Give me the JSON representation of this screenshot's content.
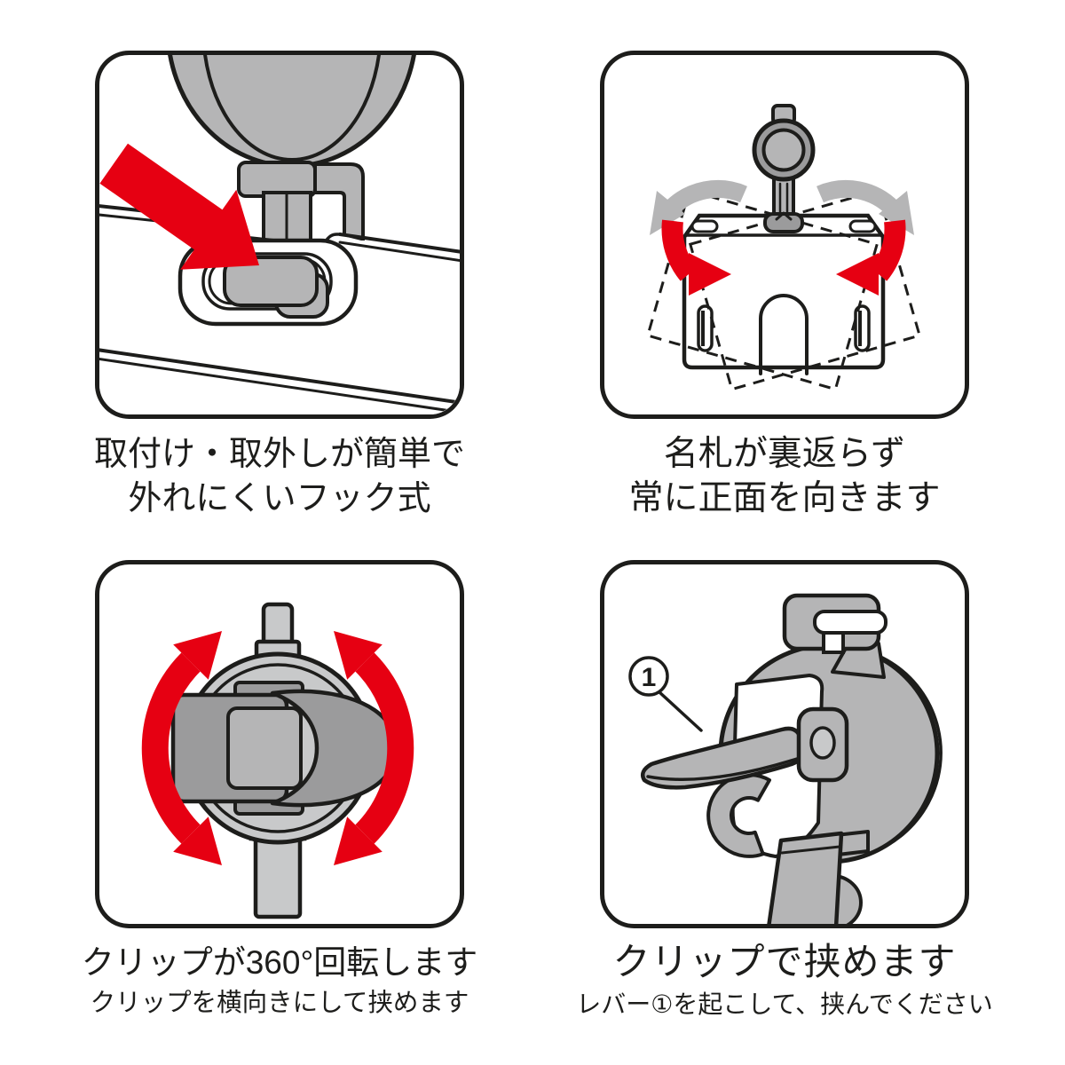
{
  "figure_type": "product-instruction-diagram",
  "colors": {
    "outline": "#1d1d1b",
    "accent_red": "#e60012",
    "gray_mid": "#b5b5b6",
    "gray_dark": "#9b9b9c",
    "gray_light": "#c8c9ca",
    "background": "#ffffff"
  },
  "panels": [
    {
      "id": "hook",
      "illustration": "badge reel hook snapping into card-holder slot, red arrow pointing at slot",
      "caption": [
        "取付け・取外しが簡単で",
        "外れにくいフック式"
      ]
    },
    {
      "id": "front-facing",
      "illustration": "name badge with swivel button, dashed tilted outlines, gray and red curved arrows returning badge to front",
      "caption": [
        "名札が裏返らず",
        "常に正面を向きます"
      ]
    },
    {
      "id": "rotate-360",
      "illustration": "top view of clip on strap with red double-headed rotation arrows",
      "caption": [
        "クリップが360°回転します",
        "クリップを横向きにして挟めます"
      ]
    },
    {
      "id": "clip-lever",
      "illustration": "side view of clip with raised lever, callout 1",
      "caption": [
        "クリップで挟めます",
        "レバー①を起こして、挟んでください"
      ],
      "lever_label": "1"
    }
  ]
}
